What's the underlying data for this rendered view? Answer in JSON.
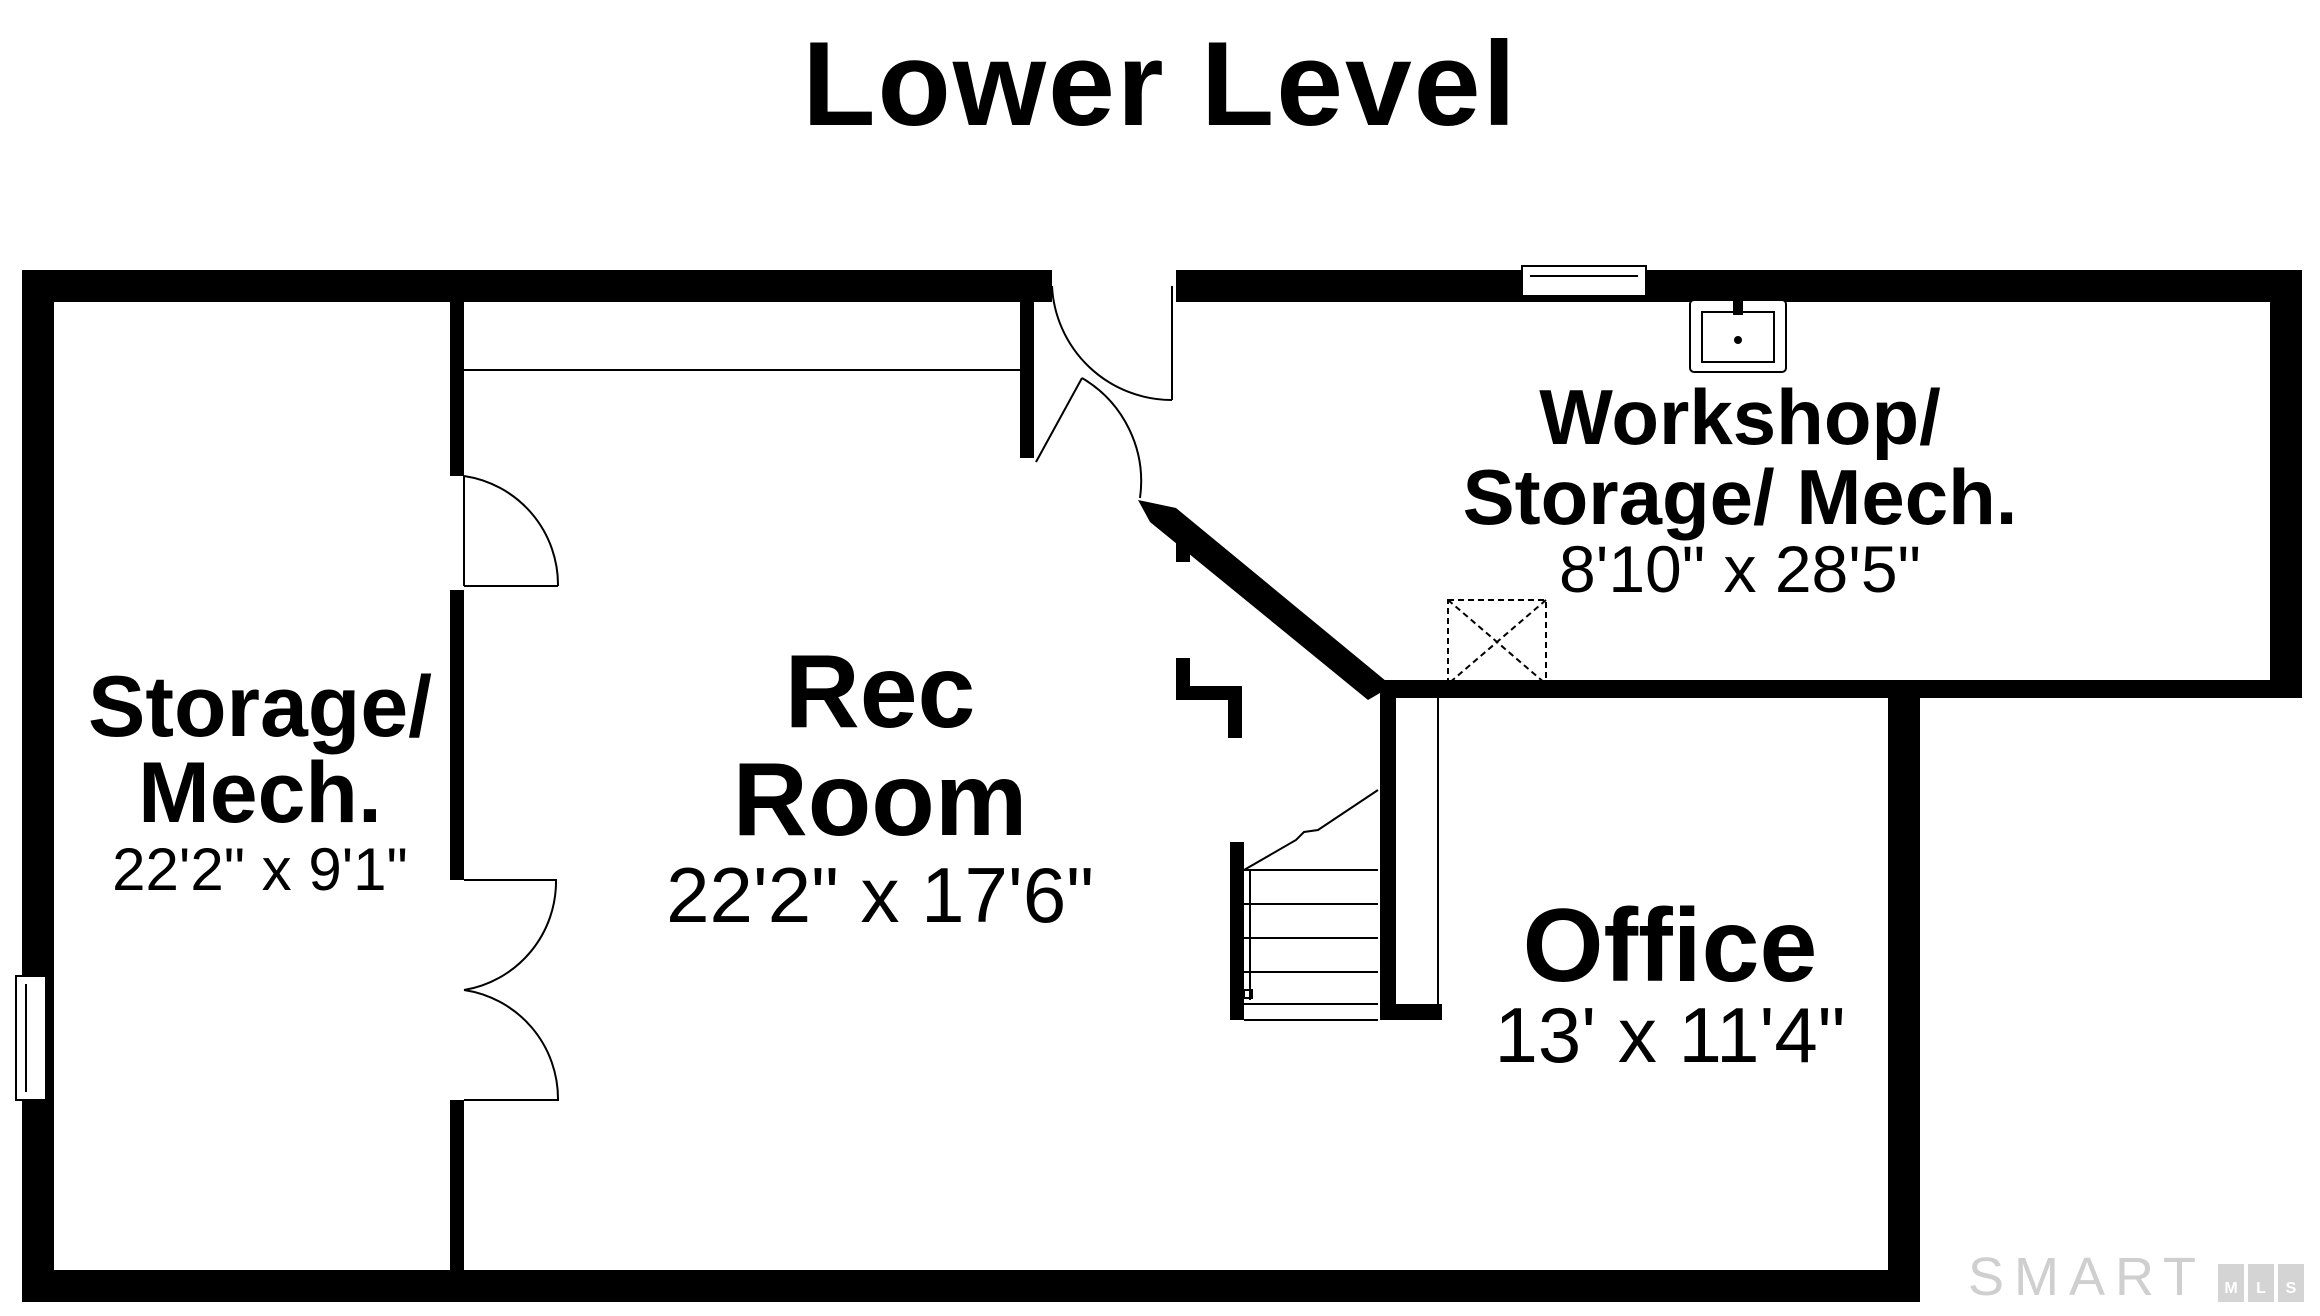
{
  "title": "Lower Level",
  "rooms": {
    "storage_mech": {
      "name_line1": "Storage/",
      "name_line2": "Mech.",
      "dimensions": "22'2\" x 9'1\""
    },
    "rec_room": {
      "name_line1": "Rec",
      "name_line2": "Room",
      "dimensions": "22'2\" x 17'6\""
    },
    "workshop": {
      "name_line1": "Workshop/",
      "name_line2": "Storage/ Mech.",
      "dimensions": "8'10\" x 28'5\""
    },
    "office": {
      "name": "Office",
      "dimensions": "13' x 11'4\""
    }
  },
  "watermark": {
    "word": "SMART",
    "letters": [
      "M",
      "L",
      "S"
    ]
  },
  "colors": {
    "wall": "#000000",
    "background": "#ffffff",
    "watermark": "#cfcfcf"
  }
}
